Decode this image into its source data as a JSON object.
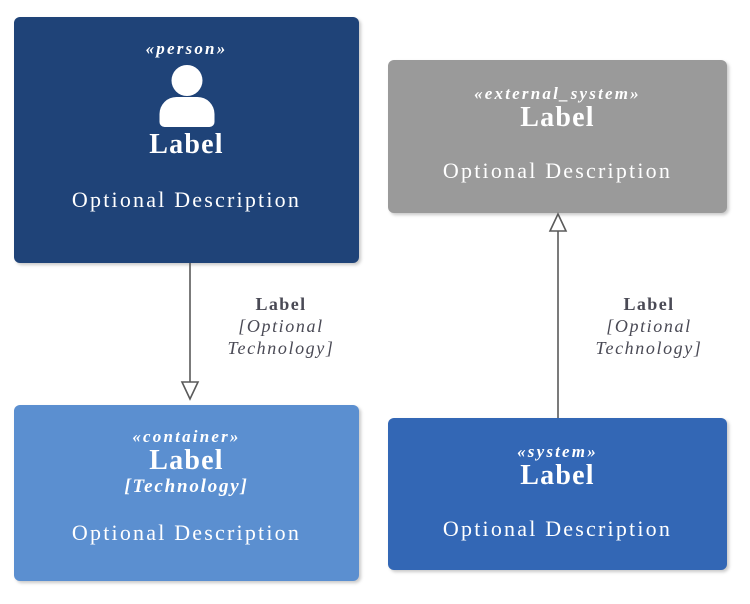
{
  "diagram": {
    "type": "c4-model-legend",
    "background": "#ffffff",
    "nodes": [
      {
        "id": "person",
        "stereotype": "«person»",
        "label": "Label",
        "technology": null,
        "description": "Optional Description",
        "icon": "person-icon",
        "color": "#1f4378"
      },
      {
        "id": "external_system",
        "stereotype": "«external_system»",
        "label": "Label",
        "technology": null,
        "description": "Optional Description",
        "icon": null,
        "color": "#9a9a9a"
      },
      {
        "id": "container",
        "stereotype": "«container»",
        "label": "Label",
        "technology": "[Technology]",
        "description": "Optional Description",
        "icon": null,
        "color": "#5b8fd0"
      },
      {
        "id": "system",
        "stereotype": "«system»",
        "label": "Label",
        "technology": null,
        "description": "Optional Description",
        "icon": null,
        "color": "#3367b5"
      }
    ],
    "edges": [
      {
        "id": "person-to-container",
        "from": "person",
        "to": "container",
        "direction": "down",
        "arrowhead": "hollow-triangle",
        "label": "Label",
        "technology_line1": "[Optional",
        "technology_line2": "Technology]",
        "color": "#5a5a5a"
      },
      {
        "id": "system-to-external-system",
        "from": "system",
        "to": "external_system",
        "direction": "up",
        "arrowhead": "hollow-triangle",
        "label": "Label",
        "technology_line1": "[Optional",
        "technology_line2": "Technology]",
        "color": "#5a5a5a"
      }
    ]
  }
}
